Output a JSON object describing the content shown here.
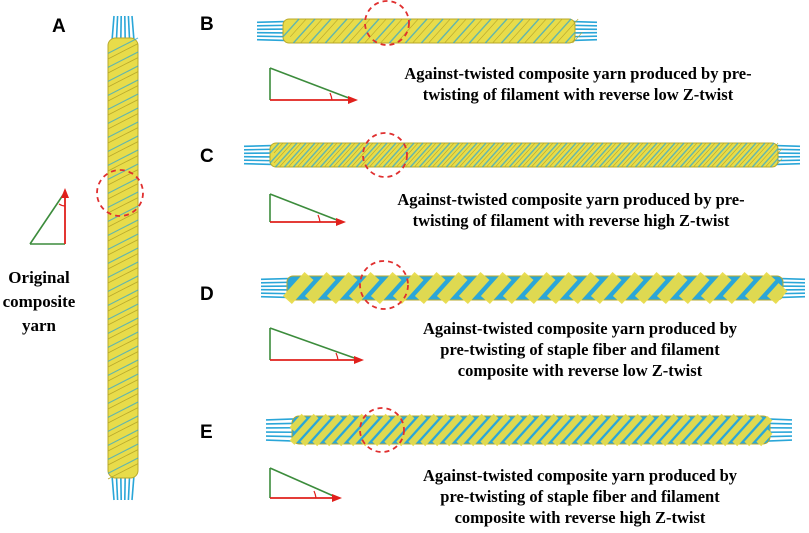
{
  "figure": {
    "panel_a": {
      "letter": "A",
      "label_lines": [
        "Original",
        "composite",
        "yarn"
      ]
    },
    "panels": [
      {
        "letter": "B",
        "caption_lines": [
          "Against-twisted composite yarn produced by pre-",
          "twisting of filament with reverse low Z-twist"
        ],
        "twist": "low",
        "fiber": "filament"
      },
      {
        "letter": "C",
        "caption_lines": [
          "Against-twisted composite yarn produced by pre-",
          "twisting of filament with reverse high Z-twist"
        ],
        "twist": "high",
        "fiber": "filament"
      },
      {
        "letter": "D",
        "caption_lines": [
          "Against-twisted composite yarn produced by",
          "pre-twisting of staple fiber and filament",
          "composite with reverse low Z-twist"
        ],
        "twist": "low",
        "fiber": "staple"
      },
      {
        "letter": "E",
        "caption_lines": [
          "Against-twisted composite yarn produced by",
          "pre-twisting of staple fiber and filament",
          "composite with reverse high Z-twist"
        ],
        "twist": "high",
        "fiber": "staple"
      }
    ],
    "colors": {
      "yellow": "#e8dc4a",
      "yellow_dark": "#b9a92a",
      "blue": "#2aa6d8",
      "green": "#3c8c3c",
      "red": "#e0201c",
      "circle": "#e03030"
    }
  }
}
